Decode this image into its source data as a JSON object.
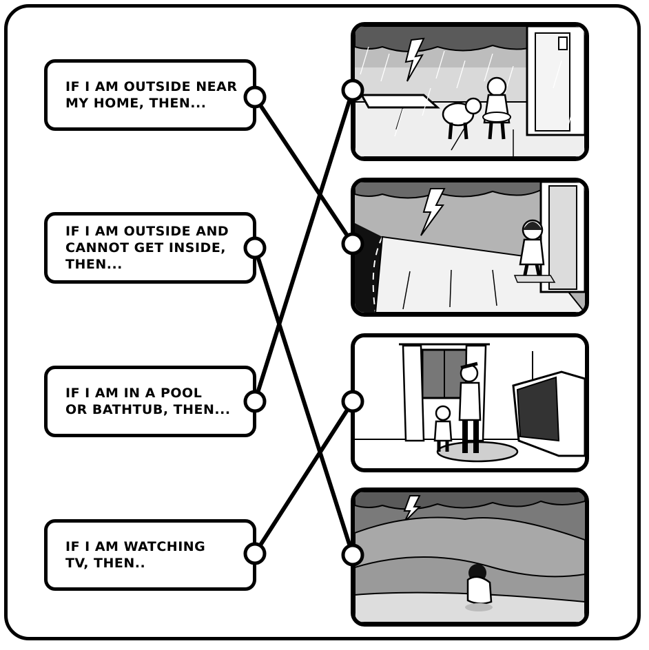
{
  "labels": [
    {
      "id": "outside-near-home",
      "text": "IF I AM OUTSIDE NEAR\nMY HOME, THEN..."
    },
    {
      "id": "outside-cannot-get-inside",
      "text": "IF I AM OUTSIDE AND\nCANNOT GET INSIDE,\nTHEN..."
    },
    {
      "id": "pool-or-bathtub",
      "text": "IF I AM IN A POOL\nOR BATHTUB, THEN..."
    },
    {
      "id": "watching-tv",
      "text": "IF I AM WATCHING\nTV, THEN.."
    }
  ],
  "scenes": [
    {
      "id": "girl-and-dog-leaving-pool-in-rain"
    },
    {
      "id": "girl-going-indoors-from-sidewalk"
    },
    {
      "id": "father-and-son-away-from-tv"
    },
    {
      "id": "child-crouching-low-in-valley"
    }
  ],
  "connections": [
    {
      "from": 0,
      "to": 1
    },
    {
      "from": 1,
      "to": 3
    },
    {
      "from": 2,
      "to": 0
    },
    {
      "from": 3,
      "to": 2
    }
  ]
}
